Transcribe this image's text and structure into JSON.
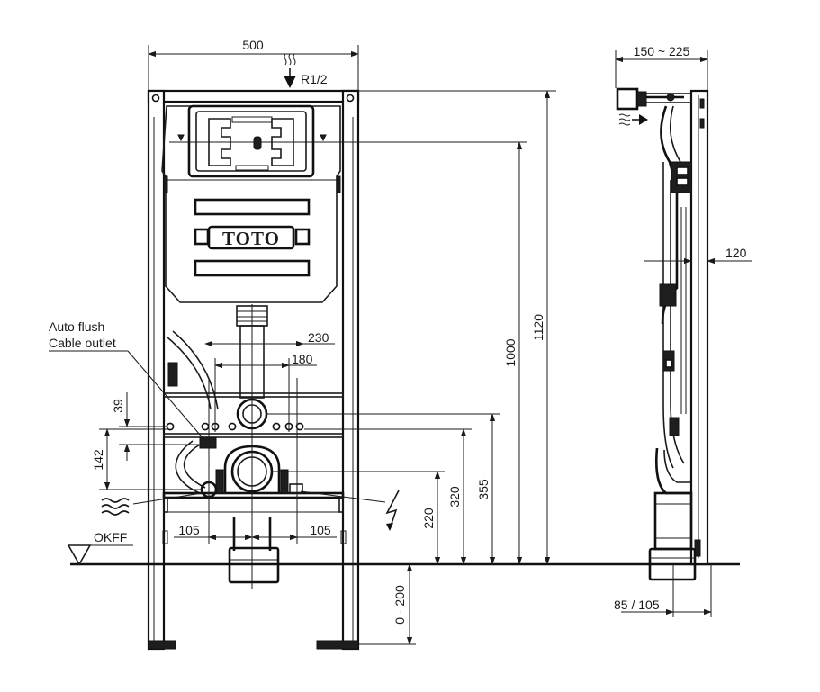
{
  "front_view": {
    "width_dim": "500",
    "water_inlet": "R1/2",
    "logo": "TOTO",
    "height_tank_dim": "1000",
    "height_total_dim": "1120",
    "bolt_outer_dim": "230",
    "bolt_inner_dim": "180",
    "callout_line1": "Auto flush",
    "callout_line2": "Cable outlet",
    "dim_39": "39",
    "dim_142": "142",
    "dim_355": "355",
    "dim_320": "320",
    "dim_220": "220",
    "dim_105_left": "105",
    "dim_105_right": "105",
    "floor_label": "OKFF",
    "floor_range_dim": "0 - 200"
  },
  "side_view": {
    "depth_dim": "150 ~ 225",
    "frame_dim": "120",
    "foot_dim": "85 / 105"
  },
  "icons": [
    "water-wave-icon",
    "water-flow-arrow-icon",
    "electric-bolt-icon",
    "floor-level-triangle-icon"
  ]
}
